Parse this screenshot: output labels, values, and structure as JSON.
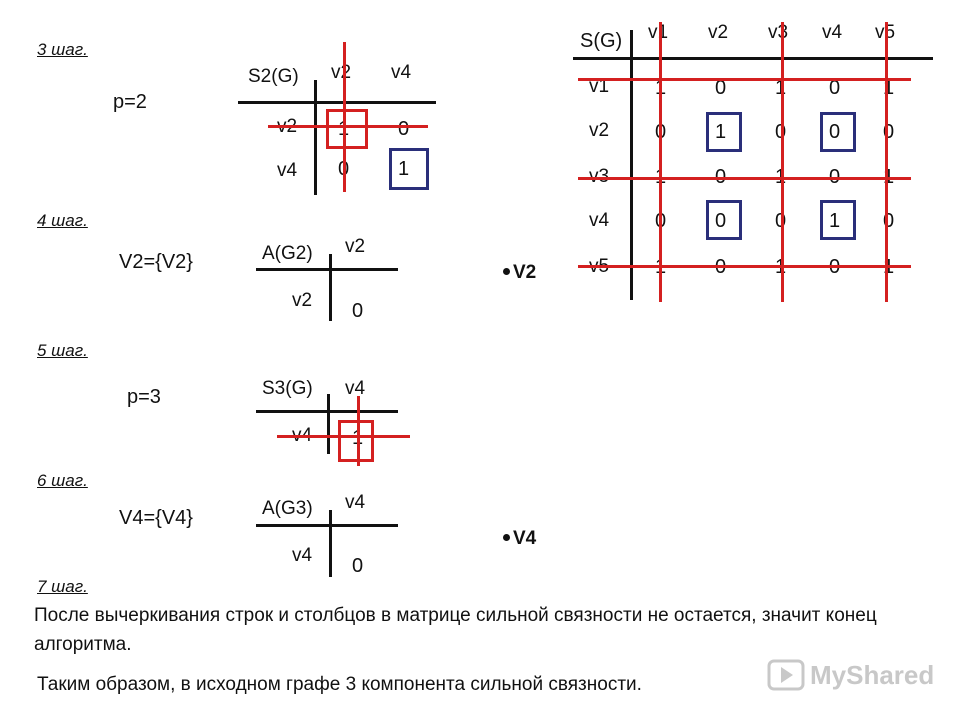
{
  "steps": {
    "s3": {
      "label": "3 шаг.",
      "p": "p=2"
    },
    "s4": {
      "label": "4 шаг.",
      "set": "V2={V2}",
      "vertex": "V2"
    },
    "s5": {
      "label": "5 шаг.",
      "p": "p=3"
    },
    "s6": {
      "label": "6 шаг.",
      "set": "V4={V4}",
      "vertex": "V4"
    },
    "s7": {
      "label": "7 шаг.",
      "text": "После вычеркивания строк и столбцов в матрице сильной связности не остается, значит конец алгоритма.",
      "conclusion": "Таким образом, в исходном графе 3 компонента сильной связности."
    }
  },
  "matrices": {
    "s2g": {
      "title": "S2(G)",
      "cols": [
        "v2",
        "v4"
      ],
      "rows": [
        "v2",
        "v4"
      ],
      "cells": [
        [
          "1",
          "0"
        ],
        [
          "0",
          "1"
        ]
      ]
    },
    "ag2": {
      "title": "A(G2)",
      "cols": [
        "v2"
      ],
      "rows": [
        "v2"
      ],
      "cells": [
        [
          "0"
        ]
      ]
    },
    "s3g": {
      "title": "S3(G)",
      "cols": [
        "v4"
      ],
      "rows": [
        "v4"
      ],
      "cells": [
        [
          "1"
        ]
      ]
    },
    "ag3": {
      "title": "A(G3)",
      "cols": [
        "v4"
      ],
      "rows": [
        "v4"
      ],
      "cells": [
        [
          "0"
        ]
      ]
    },
    "sg": {
      "title": "S(G)",
      "cols": [
        "v1",
        "v2",
        "v3",
        "v4",
        "v5"
      ],
      "rows": [
        "v1",
        "v2",
        "v3",
        "v4",
        "v5"
      ],
      "cells": [
        [
          "1",
          "0",
          "1",
          "0",
          "1"
        ],
        [
          "0",
          "1",
          "0",
          "0",
          "0"
        ],
        [
          "1",
          "0",
          "1",
          "0",
          "1"
        ],
        [
          "0",
          "0",
          "0",
          "1",
          "0"
        ],
        [
          "1",
          "0",
          "1",
          "0",
          "1"
        ]
      ]
    }
  },
  "watermark": "MyShared",
  "colors": {
    "strike": "#d42020",
    "highlight": "#2a2f7a",
    "text": "#111111"
  }
}
